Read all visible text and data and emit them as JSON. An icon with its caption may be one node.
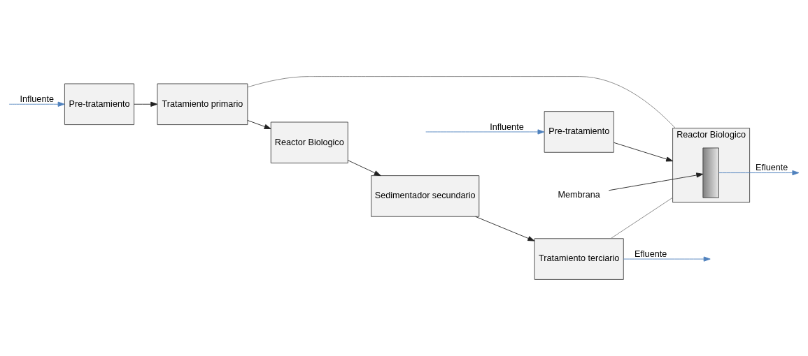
{
  "diagram": {
    "nodes": [
      {
        "text": [
          "Pre-tratamiento"
        ]
      },
      {
        "text": [
          "Tratamiento primario"
        ]
      },
      {
        "text": [
          "Reactor Biologico"
        ]
      },
      {
        "text": [
          "Sedimentador secundario"
        ]
      },
      {
        "text": [
          "Tratamiento terciario"
        ]
      },
      {
        "text": [
          "Pre-tratamiento"
        ]
      },
      {
        "text": [
          "Reactor Biologico"
        ]
      },
      {
        "text": [],
        "shape": "bar",
        "in": 6
      },
      {
        "text": [
          "Membrana"
        ]
      }
    ],
    "edges": [
      {
        "from": null,
        "to": 0,
        "arrow": "to",
        "label": "Influente",
        "color": "#4f81bd"
      },
      {
        "from": 0,
        "to": 1,
        "arrow": "to"
      },
      {
        "from": 1,
        "to": 2,
        "arrow": "to"
      },
      {
        "from": 2,
        "to": 3,
        "arrow": "to"
      },
      {
        "from": 3,
        "to": 4,
        "arrow": "to"
      },
      {
        "from": 4,
        "to": null,
        "arrow": "to",
        "label": "Efluente",
        "color": "#4f81bd"
      },
      {
        "from": 1,
        "to": 6,
        "arrow": "none",
        "color": "#808080"
      },
      {
        "from": 4,
        "to": 6,
        "arrow": "none",
        "color": "#808080"
      },
      {
        "from": 8,
        "to": 7,
        "arrow": "to"
      },
      {
        "from": null,
        "to": 5,
        "arrow": "to",
        "label": "Influente",
        "color": "#4f81bd"
      },
      {
        "from": 5,
        "to": 6,
        "arrow": "to"
      },
      {
        "from": 7,
        "to": null,
        "arrow": "to",
        "label": "Efluente",
        "color": "#4f81bd"
      }
    ]
  }
}
